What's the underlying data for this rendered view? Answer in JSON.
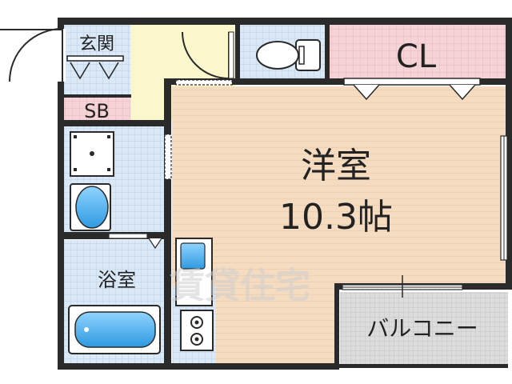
{
  "rooms": {
    "entrance": "玄関",
    "shoe_box": "SB",
    "closet": "CL",
    "western_room_name": "洋室",
    "western_room_size": "10.3帖",
    "bathroom": "浴室",
    "balcony": "バルコニー"
  },
  "watermark": "賃貸住宅",
  "colors": {
    "wall": "#2a2a2a",
    "wet_area": "#dbe9f7",
    "entrance_floor": "#faf7cc",
    "closet_floor": "#f6d3d6",
    "room_floor": "#f5dcc0",
    "balcony_floor": "#dcdcdc",
    "fixture_blue": "#3aa7e6"
  }
}
